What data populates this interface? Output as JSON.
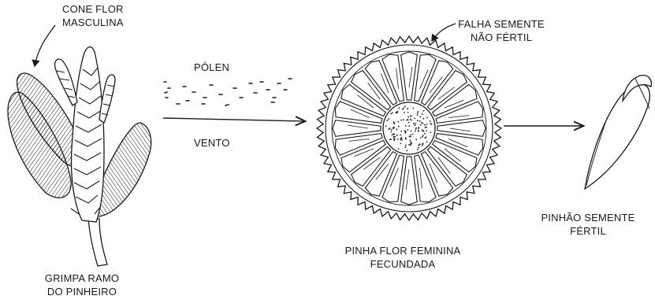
{
  "labels": {
    "cone_flor": [
      "CONE FLOR",
      "MASCULINA"
    ],
    "polen": "PÓLEN",
    "vento": "VENTO",
    "falha": [
      "FALHA SEMENTE",
      "NÃO FÉRTIL"
    ],
    "grimpa": [
      "GRIMPA RAMO",
      "DO PINHEIRO"
    ],
    "pinha": [
      "PINHA FLOR FEMININA",
      "FECUNDADA"
    ],
    "pinhao": [
      "PINHÃO SEMENTE",
      "FÉRTIL"
    ]
  },
  "colors": {
    "ink": "#1a1a1a",
    "background": "#ffffff"
  }
}
